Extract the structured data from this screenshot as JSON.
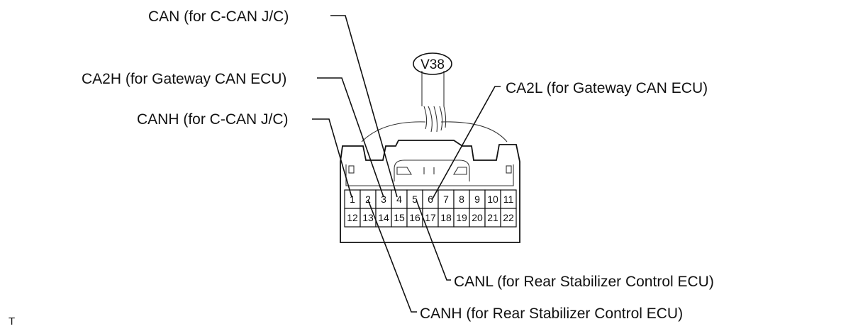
{
  "connector": {
    "id": "V38"
  },
  "labels": {
    "can_cj": "CAN (for C-CAN J/C)",
    "ca2h": "CA2H (for Gateway CAN ECU)",
    "canh_cj": "CANH (for C-CAN J/C)",
    "ca2l": "CA2L (for Gateway CAN ECU)",
    "canl_rear": "CANL (for Rear Stabilizer Control ECU)",
    "canh_rear": "CANH (for Rear Stabilizer Control ECU)"
  },
  "pins_top": [
    "1",
    "2",
    "3",
    "4",
    "5",
    "6",
    "7",
    "8",
    "9",
    "10",
    "11"
  ],
  "pins_bottom": [
    "12",
    "13",
    "14",
    "15",
    "16",
    "17",
    "18",
    "19",
    "20",
    "21",
    "22"
  ],
  "corner_text": "T"
}
